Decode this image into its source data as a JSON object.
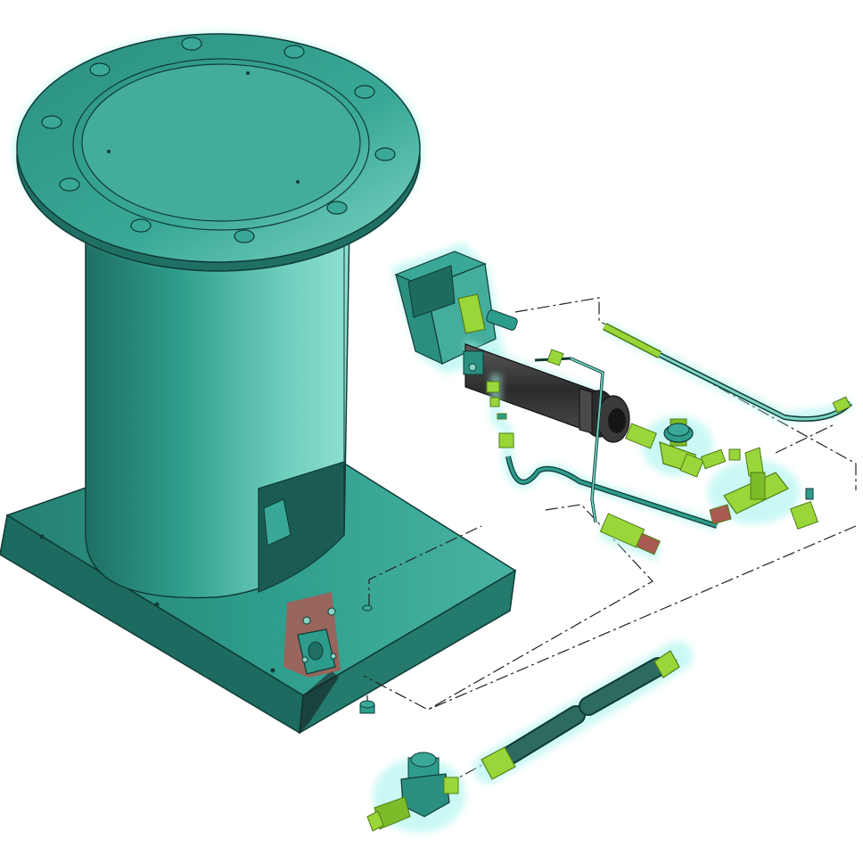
{
  "diagram": {
    "kind": "exploded-assembly-illustration",
    "colors": {
      "body_teal": "#2e9c8c",
      "body_teal_light": "#7fd6c6",
      "body_teal_dark": "#1f6f64",
      "outline": "#0f3b35",
      "highlight_glow": "#a8f4ee",
      "fitting_green": "#9ad63a",
      "fitting_green_dark": "#4f7d16",
      "burner_dark": "#3a3a3a",
      "plate_red": "#a95a52",
      "leader_line": "#222222"
    },
    "parts": [
      {
        "name": "flange-top",
        "icon": "flange"
      },
      {
        "name": "cylinder-body",
        "icon": "cylinder"
      },
      {
        "name": "base-plate",
        "icon": "base"
      },
      {
        "name": "burner-hopper",
        "icon": "hopper"
      },
      {
        "name": "burner-tube",
        "icon": "tube"
      },
      {
        "name": "needle-valve",
        "icon": "valve"
      },
      {
        "name": "tee-fitting",
        "icon": "tee"
      },
      {
        "name": "thermocouple-line",
        "icon": "tubing"
      },
      {
        "name": "gas-hose",
        "icon": "hose"
      },
      {
        "name": "regulator",
        "icon": "regulator"
      },
      {
        "name": "mounting-plate",
        "icon": "plate"
      }
    ]
  }
}
